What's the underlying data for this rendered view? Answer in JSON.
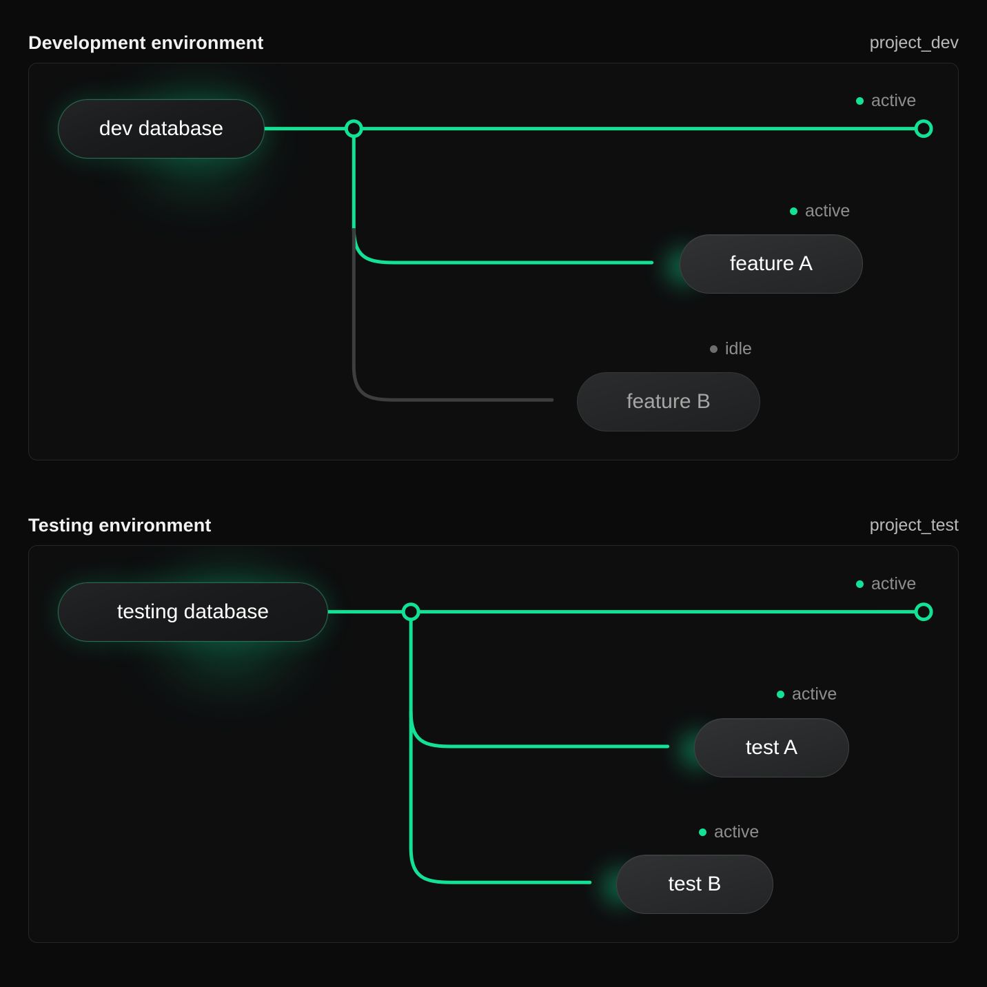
{
  "theme": {
    "page_bg": "#0b0b0c",
    "card_bg": "#0e0e0f",
    "card_border": "#272727",
    "accent_green": "#13e296",
    "idle_gray": "#3d3e3f",
    "text_primary": "#f2f2f2",
    "text_muted": "#8e8e8e",
    "text_idle": "#a6a6a6"
  },
  "sections": [
    {
      "id": "development",
      "title": "Development environment",
      "project": "project_dev",
      "nodes": [
        {
          "id": "dev-database",
          "label": "dev database",
          "kind": "database",
          "status": "active"
        },
        {
          "id": "feature-a",
          "label": "feature A",
          "kind": "branch",
          "status": "active"
        },
        {
          "id": "feature-b",
          "label": "feature B",
          "kind": "branch",
          "status": "idle"
        }
      ],
      "statuses": [
        {
          "id": "trunk-status",
          "label": "active",
          "state": "active"
        },
        {
          "id": "feature-a-status",
          "label": "active",
          "state": "active"
        },
        {
          "id": "feature-b-status",
          "label": "idle",
          "state": "idle"
        }
      ]
    },
    {
      "id": "testing",
      "title": "Testing environment",
      "project": "project_test",
      "nodes": [
        {
          "id": "testing-database",
          "label": "testing database",
          "kind": "database",
          "status": "active"
        },
        {
          "id": "test-a",
          "label": "test A",
          "kind": "branch",
          "status": "active"
        },
        {
          "id": "test-b",
          "label": "test B",
          "kind": "branch",
          "status": "active"
        }
      ],
      "statuses": [
        {
          "id": "trunk-status",
          "label": "active",
          "state": "active"
        },
        {
          "id": "test-a-status",
          "label": "active",
          "state": "active"
        },
        {
          "id": "test-b-status",
          "label": "active",
          "state": "active"
        }
      ]
    }
  ]
}
